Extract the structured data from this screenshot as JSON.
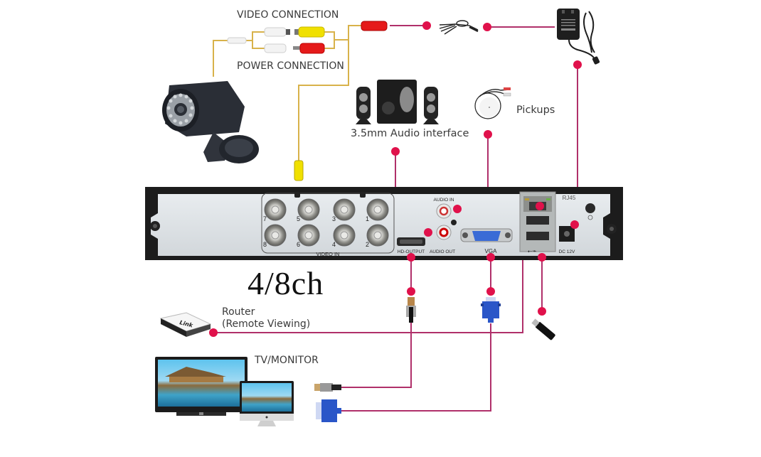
{
  "diagram": {
    "title": "4/8ch",
    "colors": {
      "connection_line": "#b0306a",
      "connector_dot": "#e0114b",
      "camera_cable": "#d8b24a",
      "dvr_body": "#1c1c1c",
      "dvr_panel": "#dfe3e6",
      "video_plug": "#f0e000",
      "power_plug": "#e51a1a",
      "vga_blue": "#2a56c8"
    },
    "labels": {
      "video_connection": "VIDEO CONNECTION",
      "power_connection": "POWER CONNECTION",
      "audio_interface": "3.5mm Audio interface",
      "pickups": "Pickups",
      "router_line1": "Router",
      "router_line2": "(Remote Viewing)",
      "tv_monitor": "TV/MONITOR",
      "router_brand": "Link"
    },
    "dvr_panel": {
      "video_in_label": "VIDEO IN",
      "channels_top": [
        "7",
        "5",
        "3",
        "1"
      ],
      "channels_bottom": [
        "8",
        "6",
        "4",
        "2"
      ],
      "hd_output": "HD-OUTPUT",
      "audio_in": "AUDIO IN",
      "audio_out": "AUDIO OUT",
      "vga": "VGA",
      "rj45": "RJ45",
      "dc": "DC 12V"
    },
    "devices": [
      {
        "name": "CCTV bullet camera"
      },
      {
        "name": "RCA/DC splitter cable"
      },
      {
        "name": "Power splitter"
      },
      {
        "name": "12V power adapter"
      },
      {
        "name": "Speakers"
      },
      {
        "name": "Microphone pickup"
      },
      {
        "name": "Router"
      },
      {
        "name": "HDMI cable"
      },
      {
        "name": "VGA cable"
      },
      {
        "name": "USB flash drive / mouse"
      },
      {
        "name": "TV and monitor"
      }
    ]
  }
}
